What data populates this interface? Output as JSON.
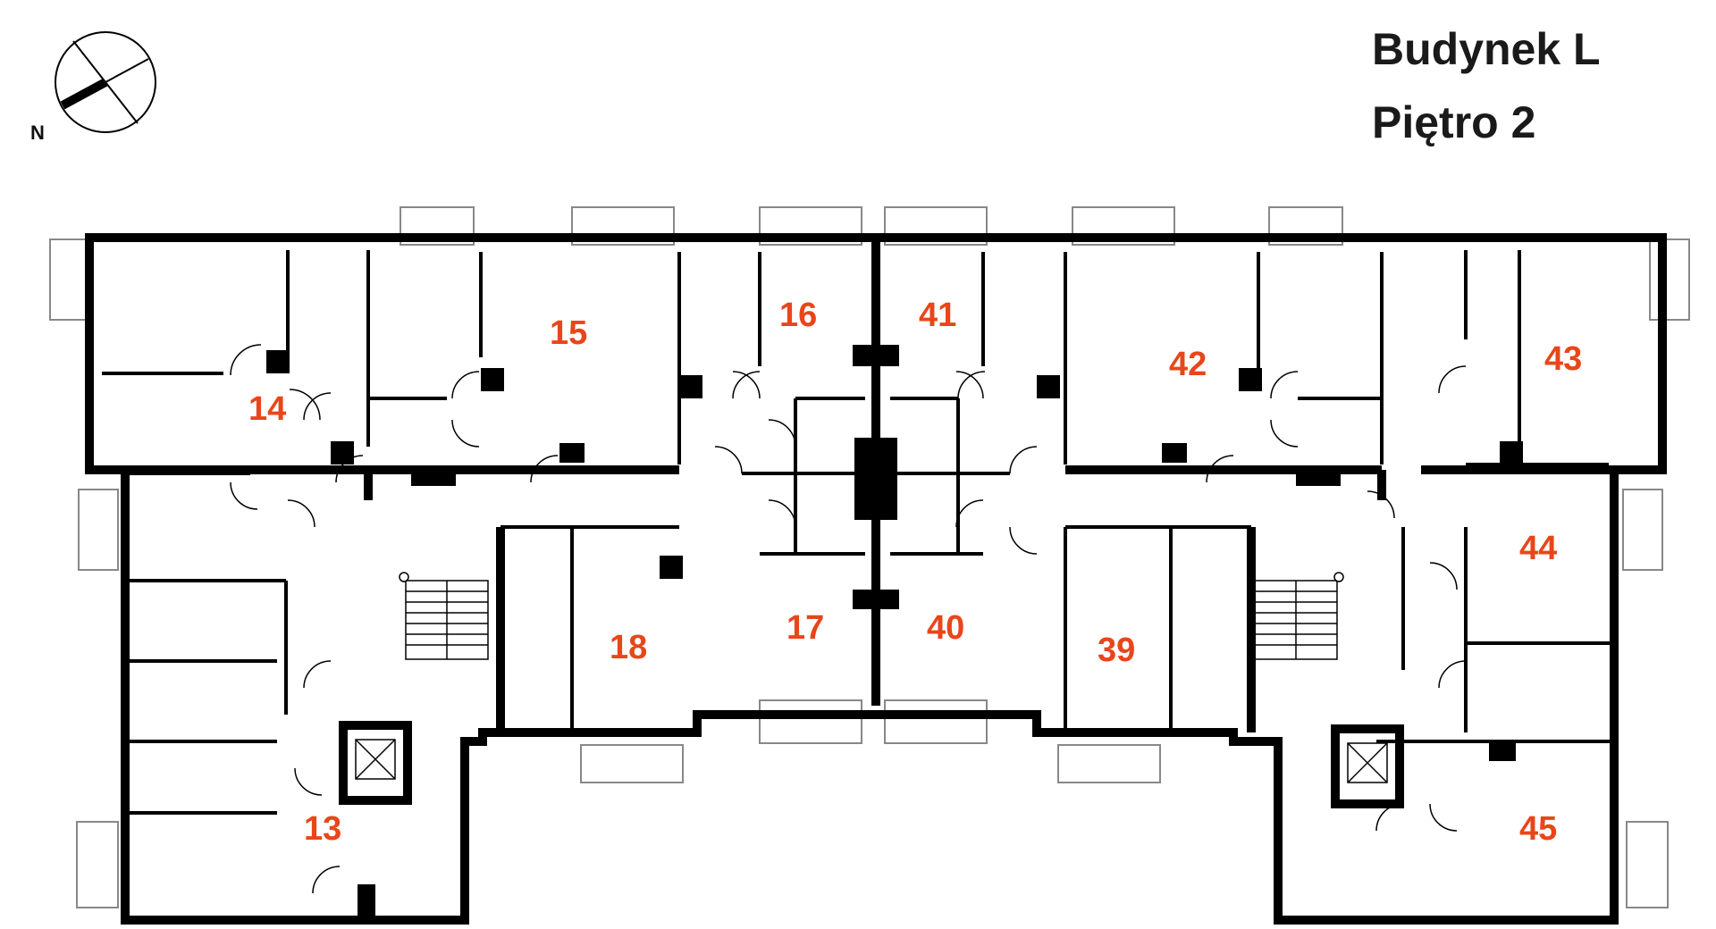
{
  "header": {
    "building": "Budynek L",
    "floor": "Piętro 2",
    "north_label": "N"
  },
  "units": [
    "13",
    "14",
    "15",
    "16",
    "17",
    "18",
    "39",
    "40",
    "41",
    "42",
    "43",
    "44",
    "45"
  ],
  "colors": {
    "unit_label": "#e8461a",
    "wall": "#000000",
    "title": "#1a1a1a"
  }
}
